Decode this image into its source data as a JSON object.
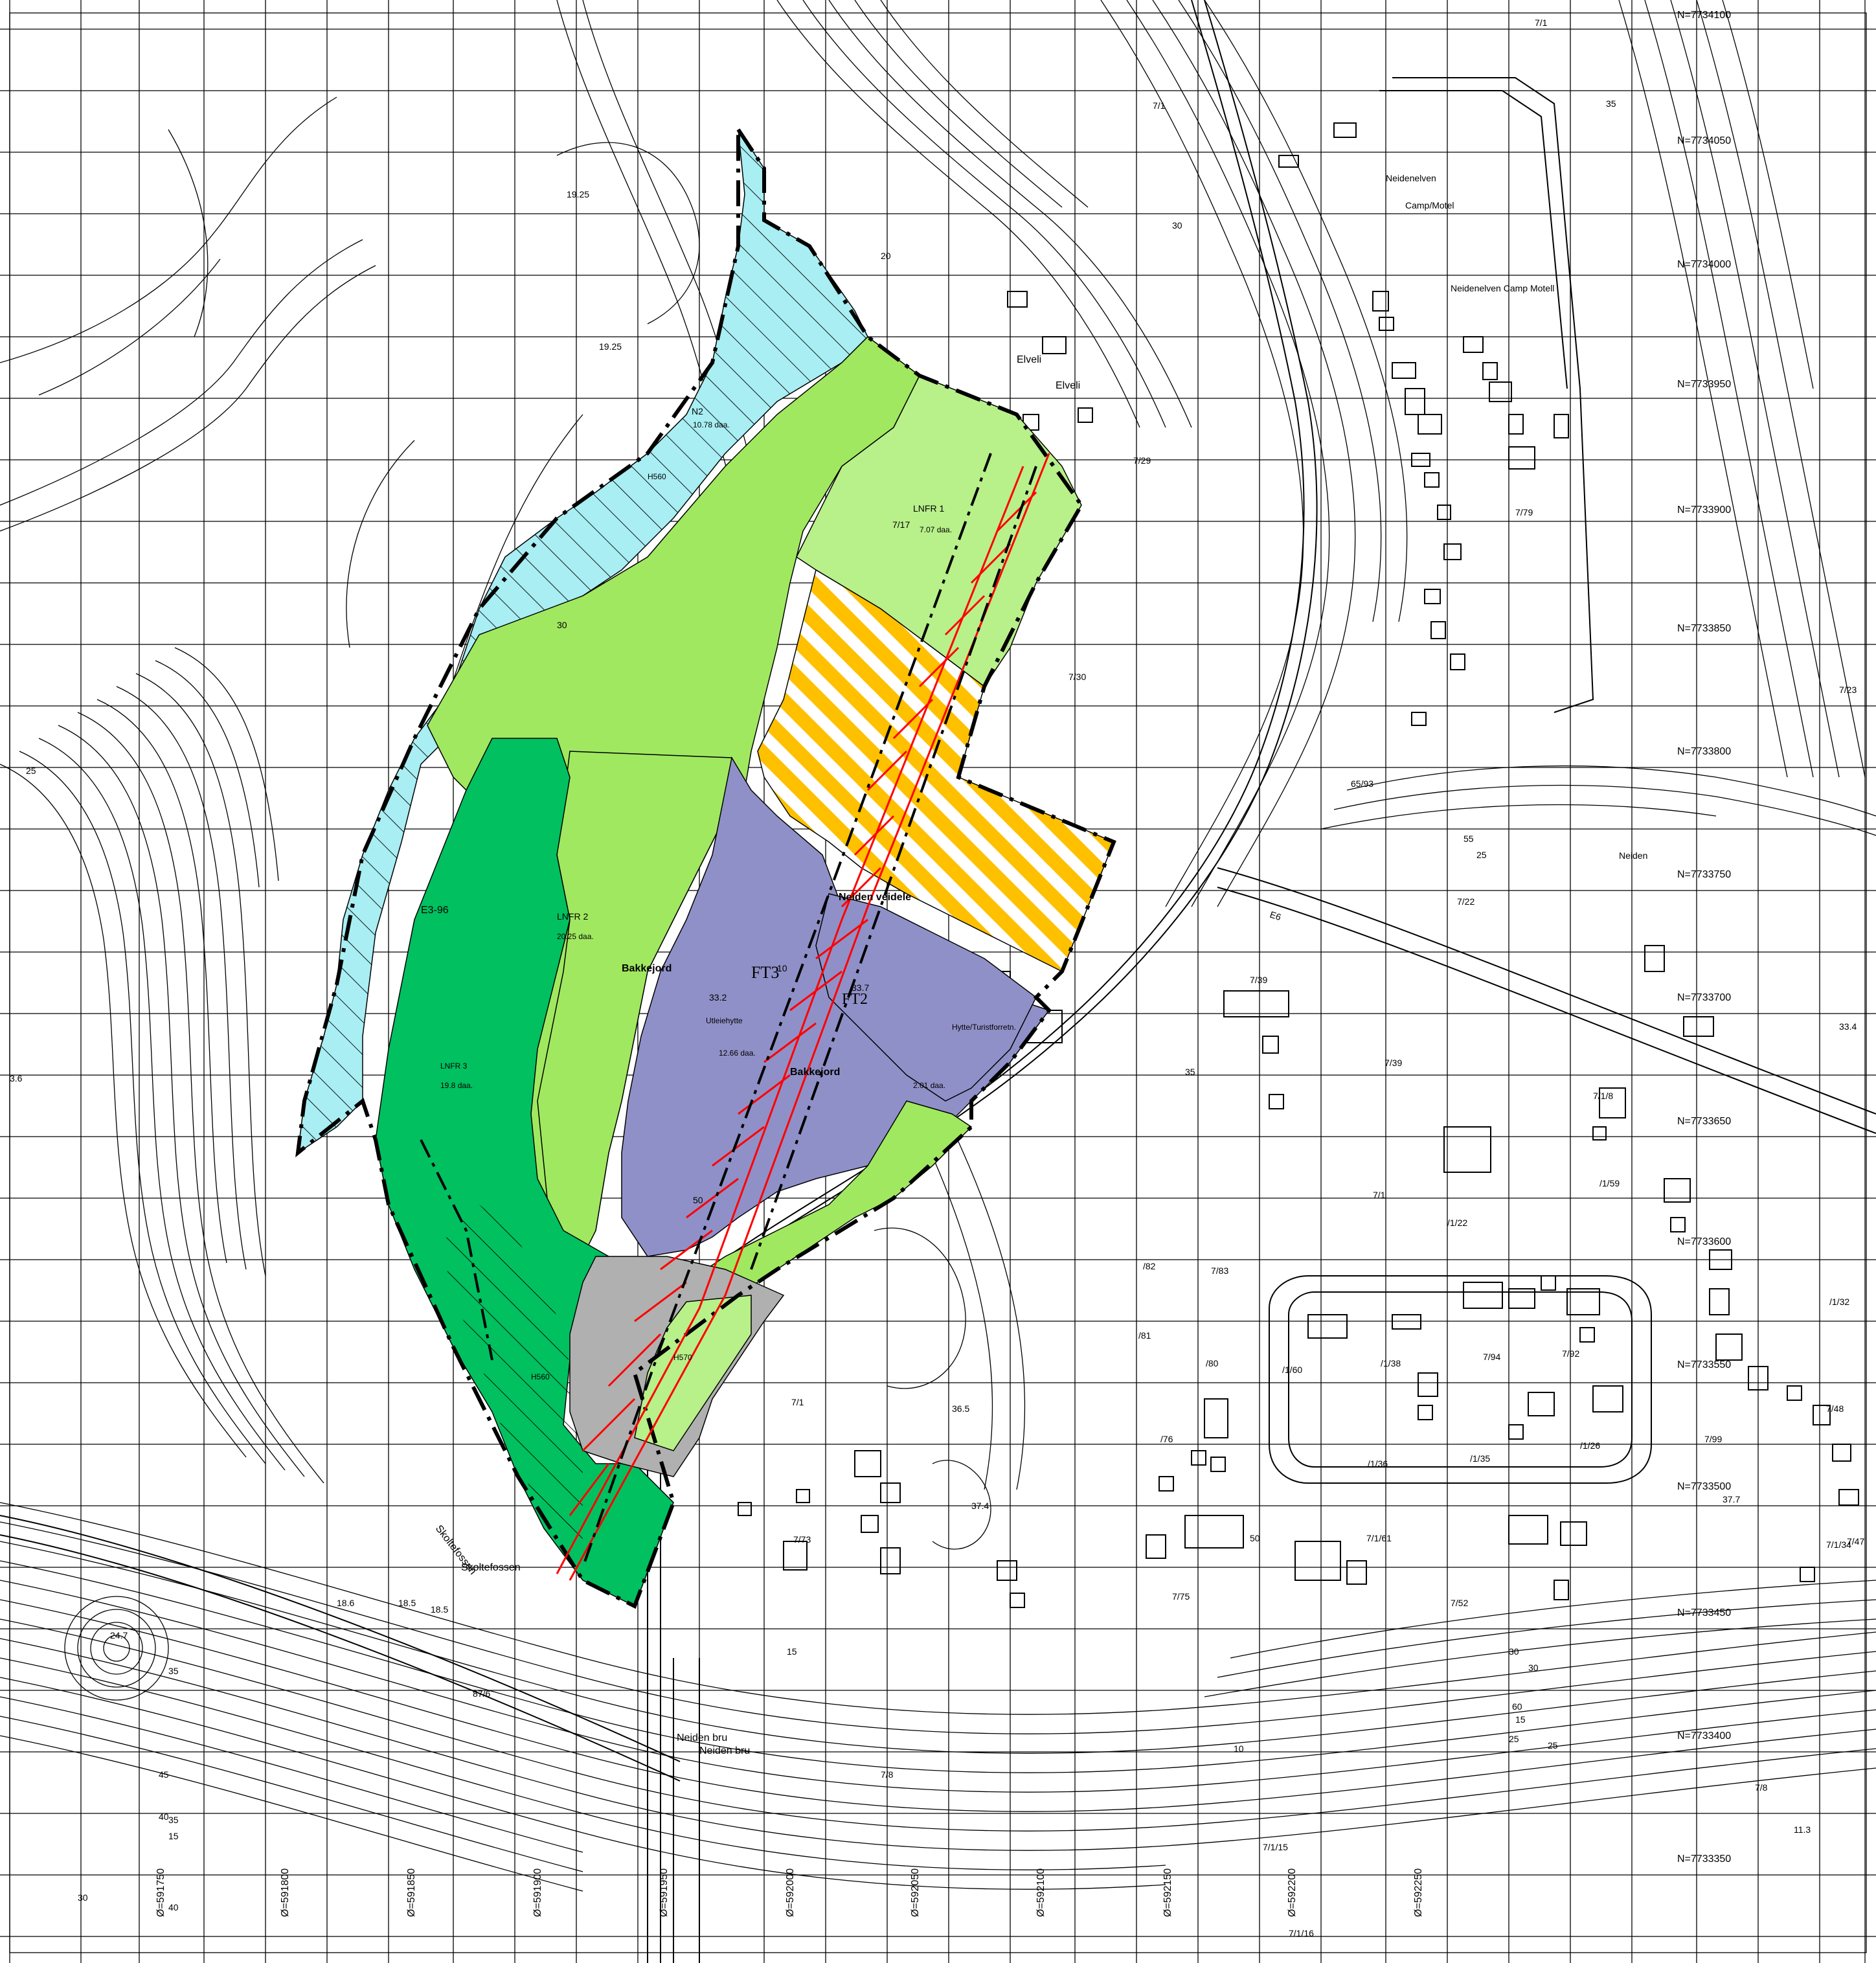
{
  "zones": {
    "n2": {
      "code": "N2",
      "area": "10.78 daa.",
      "hatch": "H560"
    },
    "lnfr1": {
      "code": "LNFR 1",
      "area": "7.07 daa."
    },
    "lnfr2": {
      "code": "LNFR 2",
      "area": "20.25 daa."
    },
    "lnfr3": {
      "code": "LNFR 3",
      "area": "19.8 daa."
    },
    "ft3": {
      "code": "FT3",
      "use": "Utleiehytte",
      "area": "12.66 daa."
    },
    "ft2": {
      "code": "FT2",
      "use": "Hytte/Turistforretn.",
      "area": "2.01 daa."
    },
    "road": {
      "label": "Neiden veidele"
    },
    "hatch_h570": "H570",
    "h560_left": "H560"
  },
  "labels": {
    "bakkejord_1": "Bakkejord",
    "bakkejord_2": "Bakkejord",
    "elveli_1": "Elveli",
    "elveli_2": "Elveli",
    "camp_motel_1": "Neidenelven",
    "camp_motel_2": "Camp/Motel",
    "camp_motel_3": "Neidenelven Camp Motell",
    "skoltefossen_1": "Skoltefossen",
    "skoltefossen_2": "Skoltefossen",
    "neiden_bru_1": "Neiden bru",
    "neiden_bru_2": "Neiden bru",
    "neiden_r": "Neiden",
    "rv": "E6",
    "parcel_e396": "E3-96",
    "spot_1925a": "19.25",
    "spot_1925b": "19.25",
    "spot_332": "33.2",
    "spot_337": "33.7",
    "spot_365": "36.5",
    "spot_374": "37.4",
    "spot_377": "37.7",
    "spot_334": "33.4",
    "spot_36": "3.6",
    "spot_113": "11.3",
    "spot_186": "18.6",
    "spot_185a": "18.5",
    "spot_185b": "18.5",
    "spot_247": "24.7"
  },
  "parcels": [
    "7/1",
    "7/1",
    "7/29",
    "7/17",
    "7/30",
    "7/79",
    "7/23",
    "7/22",
    "7/39",
    "7/39",
    "7/1/8",
    "/1/59",
    "7/1",
    "/1/22",
    "/82",
    "7/83",
    "/81",
    "/80",
    "/1/38",
    "/1/60",
    "7/94",
    "7/92",
    "/1/32",
    "7/48",
    "7/99",
    "/76",
    "/1/36",
    "/1/35",
    "/1/26",
    "7/73",
    "7/1/61",
    "7/75",
    "7/52",
    "7/1/34",
    "7/47",
    "87/6",
    "7/1",
    "7/8",
    "7/8",
    "7/1/15",
    "7/1/16",
    "65/93"
  ],
  "northings": [
    "N=7734100",
    "N=7734050",
    "N=7734000",
    "N=7733950",
    "N=7733900",
    "N=7733850",
    "N=7733800",
    "N=7733750",
    "N=7733700",
    "N=7733650",
    "N=7733600",
    "N=7733550",
    "N=7733500",
    "N=7733450",
    "N=7733400",
    "N=7733350"
  ],
  "eastings": [
    "Ø=591750",
    "Ø=591800",
    "Ø=591850",
    "Ø=591900",
    "Ø=591950",
    "Ø=592000",
    "Ø=592050",
    "Ø=592100",
    "Ø=592150",
    "Ø=592200",
    "Ø=592250"
  ],
  "contours": [
    "20",
    "30",
    "30",
    "55",
    "35",
    "25",
    "35",
    "50",
    "15",
    "45",
    "40",
    "25",
    "30",
    "25",
    "50",
    "10",
    "15",
    "10",
    "25",
    "30",
    "35",
    "15",
    "40",
    "35",
    "30",
    "60"
  ],
  "colors": {
    "n2": "#a8eef3",
    "lnfr_light": "#b8f08a",
    "lnfr_mid": "#a0e860",
    "lnfr_dark": "#00c060",
    "ft": "#9090c8",
    "ft_yellow": "#ffc000",
    "road": "#b0b0b0",
    "pipe": "#ff0000"
  }
}
